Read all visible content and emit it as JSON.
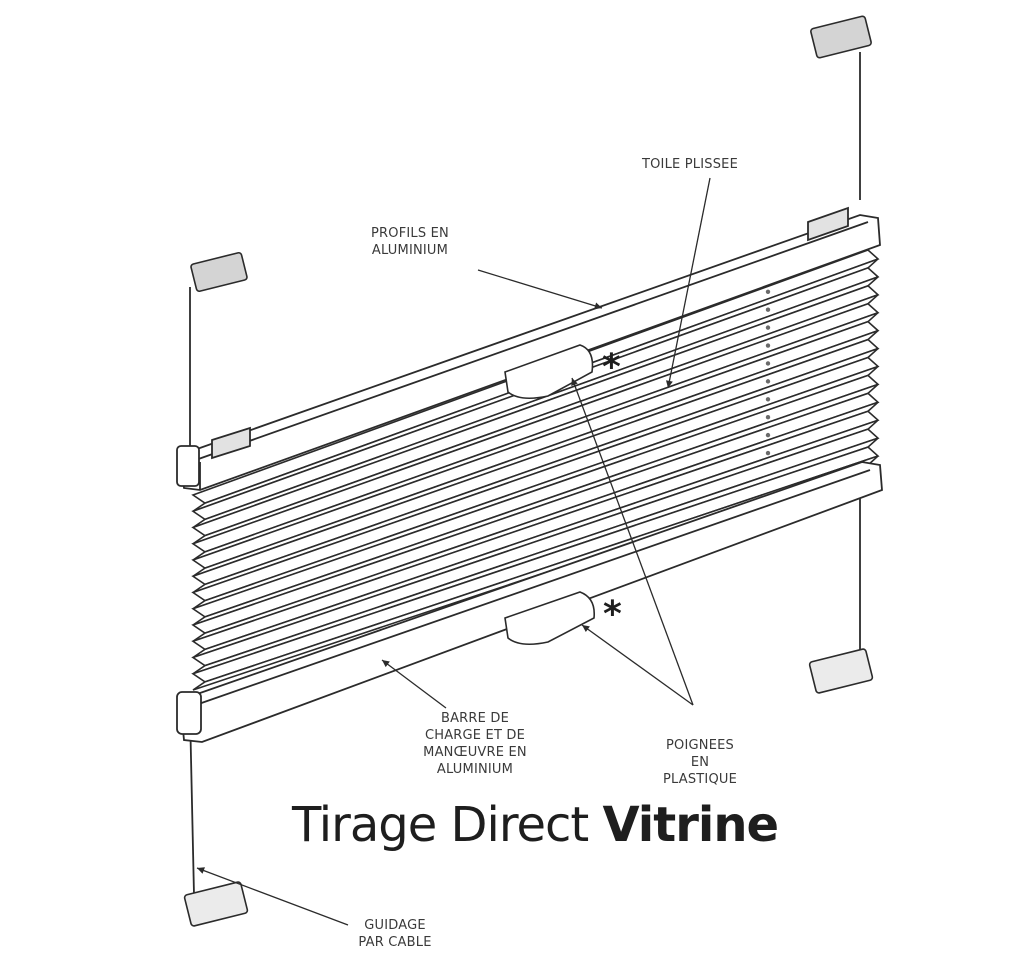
{
  "labels": {
    "toile": "TOILE PLISSEE",
    "profils": [
      "PROFILS EN",
      "ALUMINIUM"
    ],
    "barre": [
      "BARRE DE",
      "CHARGE ET DE",
      "MANŒUVRE  EN",
      "ALUMINIUM"
    ],
    "poignees": [
      "POIGNEES",
      "EN",
      "PLASTIQUE"
    ],
    "guidage": [
      "GUIDAGE",
      "PAR CABLE"
    ]
  },
  "markers": {
    "star": "*"
  },
  "title": {
    "light": "Tirage Direct ",
    "bold": "Vitrine"
  },
  "colors": {
    "line": "#2b2b2b",
    "fill": "#ffffff",
    "bracket": "#cfcfcf"
  }
}
